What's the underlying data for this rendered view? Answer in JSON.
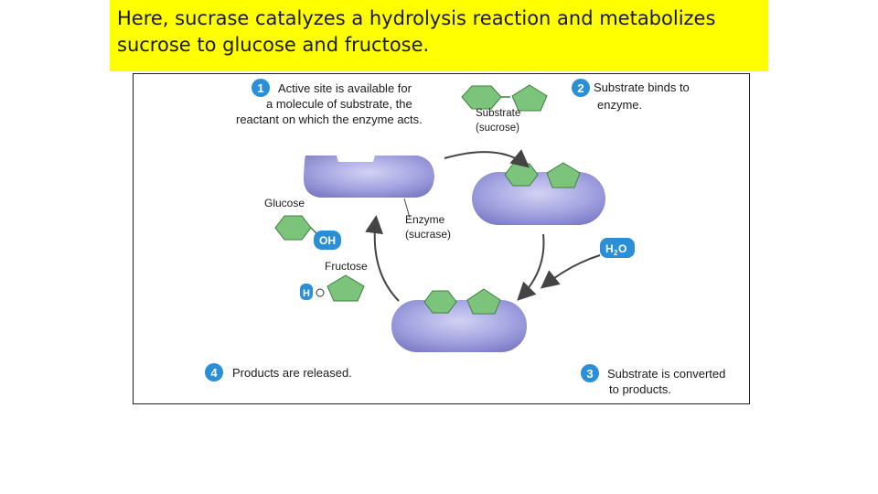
{
  "banner": {
    "text_line1": "Here, sucrase catalyzes a hydrolysis reaction and metabolizes",
    "text_line2": "sucrose to glucose and fructose.",
    "color": "#ffff00"
  },
  "diagram": {
    "steps": [
      {
        "number": "1",
        "lines": [
          "Active site is available for",
          "a molecule of substrate, the",
          "reactant on which the enzyme acts."
        ]
      },
      {
        "number": "2",
        "lines": [
          "Substrate binds to",
          "enzyme."
        ]
      },
      {
        "number": "3",
        "lines": [
          "Substrate is converted",
          "to products."
        ]
      },
      {
        "number": "4",
        "lines": [
          "Products are released."
        ]
      }
    ],
    "labels": {
      "substrate_line1": "Substrate",
      "substrate_line2": "(sucrose)",
      "enzyme_line1": "Enzyme",
      "enzyme_line2": "(sucrase)",
      "glucose": "Glucose",
      "fructose": "Fructose",
      "oh": "OH",
      "h": "H",
      "o": "O",
      "water": "H",
      "water_sub": "2",
      "water_o": "O"
    },
    "colors": {
      "enzyme": "#9f9fe0",
      "hexagon": "#7cc47c",
      "badge": "#2a8fd6",
      "arrow": "#444444"
    }
  }
}
